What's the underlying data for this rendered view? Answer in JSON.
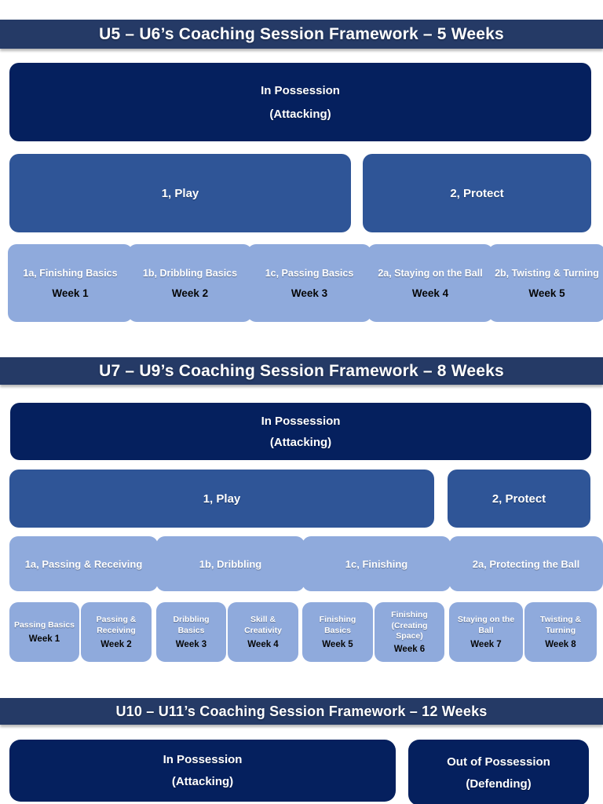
{
  "colors": {
    "header_bar": "#253a66",
    "dark_navy_box": "#05205e",
    "medium_blue_box": "#2f5597",
    "light_blue_box": "#8faadc",
    "title_text": "#ffffff",
    "week_text": "#060606"
  },
  "sections": [
    {
      "title": "U5 – U6’s Coaching Session Framework – 5 Weeks",
      "top_box": {
        "line1": "In Possession",
        "line2": "(Attacking)"
      },
      "groups": [
        {
          "label": "1, Play"
        },
        {
          "label": "2, Protect"
        }
      ],
      "weeks": [
        {
          "title": "1a, Finishing Basics",
          "week": "Week 1"
        },
        {
          "title": "1b, Dribbling Basics",
          "week": "Week 2"
        },
        {
          "title": "1c, Passing Basics",
          "week": "Week 3"
        },
        {
          "title": "2a, Staying on the Ball",
          "week": "Week 4"
        },
        {
          "title": "2b, Twisting  & Turning",
          "week": "Week 5"
        }
      ]
    },
    {
      "title": "U7 – U9’s Coaching Session Framework – 8 Weeks",
      "top_box": {
        "line1": "In Possession",
        "line2": "(Attacking)"
      },
      "groups": [
        {
          "label": "1, Play"
        },
        {
          "label": "2, Protect"
        }
      ],
      "subgroups": [
        {
          "label": "1a, Passing & Receiving"
        },
        {
          "label": "1b, Dribbling"
        },
        {
          "label": "1c, Finishing"
        },
        {
          "label": "2a, Protecting the Ball"
        }
      ],
      "weeks": [
        {
          "title": "Passing Basics",
          "week": "Week 1"
        },
        {
          "title": "Passing & Receiving",
          "week": "Week 2"
        },
        {
          "title": "Dribbling Basics",
          "week": "Week 3"
        },
        {
          "title": "Skill & Creativity",
          "week": "Week 4"
        },
        {
          "title": "Finishing Basics",
          "week": "Week 5"
        },
        {
          "title": "Finishing (Creating Space)",
          "week": "Week 6"
        },
        {
          "title": "Staying on the Ball",
          "week": "Week 7"
        },
        {
          "title": "Twisting  & Turning",
          "week": "Week 8"
        }
      ]
    },
    {
      "title": "U10 – U11’s Coaching Session Framework – 12 Weeks",
      "boxes": [
        {
          "line1": "In Possession",
          "line2": "(Attacking)"
        },
        {
          "line1": "Out of Possession",
          "line2": "(Defending)"
        }
      ]
    }
  ]
}
